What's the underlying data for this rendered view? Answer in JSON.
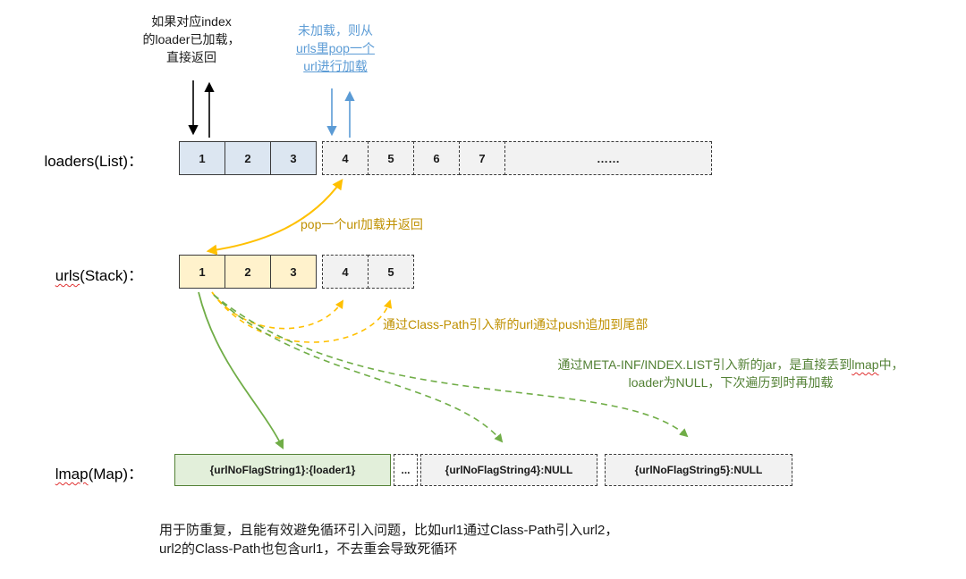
{
  "loaders": {
    "label": "loaders(List)：",
    "cells": [
      "1",
      "2",
      "3",
      "4",
      "5",
      "6",
      "7"
    ],
    "ellipsis": "……"
  },
  "urls": {
    "label_word": "urls",
    "label_rest": "(Stack)：",
    "cells": [
      "1",
      "2",
      "3",
      "4",
      "5"
    ]
  },
  "lmap": {
    "label_word": "lmap",
    "label_rest": "(Map)：",
    "entry_loaded": "{urlNoFlagString1}:{loader1}",
    "ellipsis": "...",
    "entry_null_1": "{urlNoFlagString4}:NULL",
    "entry_null_2": "{urlNoFlagString5}:NULL"
  },
  "notes": {
    "loaded": {
      "line1": "如果对应index",
      "line2": "的loader已加载，",
      "line3": "直接返回"
    },
    "not_loaded": {
      "line1": "未加载，则从",
      "line2": "urls里pop一个",
      "line3": "url进行加载"
    },
    "pop": "pop一个url加载并返回",
    "push": "通过Class-Path引入新的url通过push追加到尾部",
    "index_list": {
      "line1_pre": "通过META-INF/INDEX.LIST引入新的jar，是直接丢到",
      "line1_word": "lmap",
      "line1_post": "中，",
      "line2": "loader为NULL，下次遍历到时再加载"
    },
    "dedup": {
      "line1": "用于防重复，且能有效避免循环引入问题，比如url1通过Class-Path引入url2，",
      "line2": "url2的Class-Path也包含url1，不去重会导致死循环"
    }
  },
  "colors": {
    "loaders_fill": "#dce6f1",
    "urls_fill": "#fff2cc",
    "lmap_fill": "#e2efda",
    "pending_fill": "#f2f2f2",
    "blue_annotation": "#5b9bd5",
    "orange_text": "#bf9000",
    "orange_arrow": "#ffc000",
    "green_text": "#538135",
    "green_arrow": "#70ad47",
    "squiggle_red": "#e03131"
  }
}
